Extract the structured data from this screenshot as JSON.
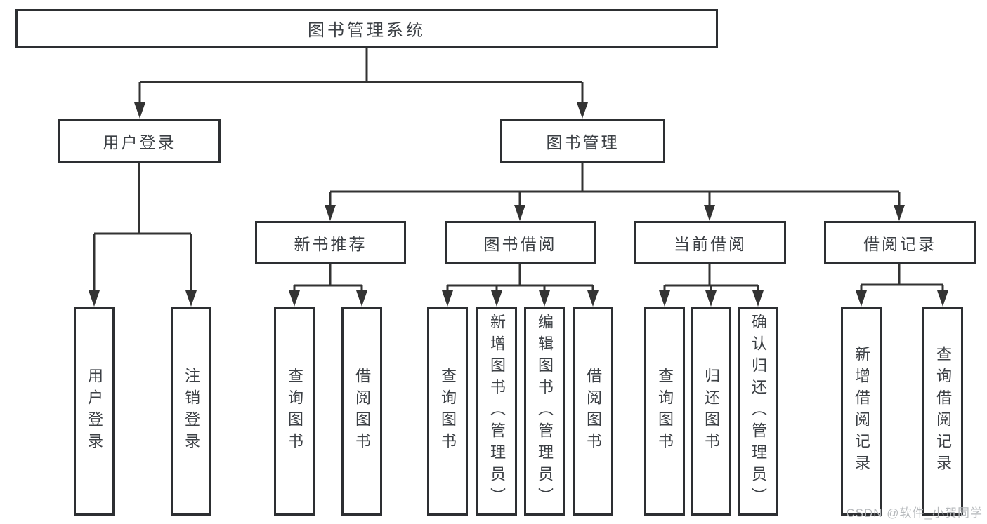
{
  "tree": {
    "root": {
      "label": "图书管理系统"
    },
    "branches": [
      {
        "label": "用户登录",
        "children": [
          {
            "label": "用户登录"
          },
          {
            "label": "注销登录"
          }
        ]
      },
      {
        "label": "图书管理",
        "sections": [
          {
            "label": "新书推荐",
            "children": [
              {
                "label": "查询图书"
              },
              {
                "label": "借阅图书"
              }
            ]
          },
          {
            "label": "图书借阅",
            "children": [
              {
                "label": "查询图书"
              },
              {
                "label": "新增图书（管理员）"
              },
              {
                "label": "编辑图书（管理员）"
              },
              {
                "label": "借阅图书"
              }
            ]
          },
          {
            "label": "当前借阅",
            "children": [
              {
                "label": "查询图书"
              },
              {
                "label": "归还图书"
              },
              {
                "label": "确认归还（管理员）"
              }
            ]
          },
          {
            "label": "借阅记录",
            "children": [
              {
                "label": "新增借阅记录"
              },
              {
                "label": "查询借阅记录"
              }
            ]
          }
        ]
      }
    ]
  },
  "watermark": {
    "text": "CSDN @软件_小贺同学"
  },
  "colors": {
    "line": "#333333",
    "box_border": "#2d2f32",
    "text": "#3c4045",
    "watermark": "#b6b9bc",
    "background": "#ffffff"
  }
}
